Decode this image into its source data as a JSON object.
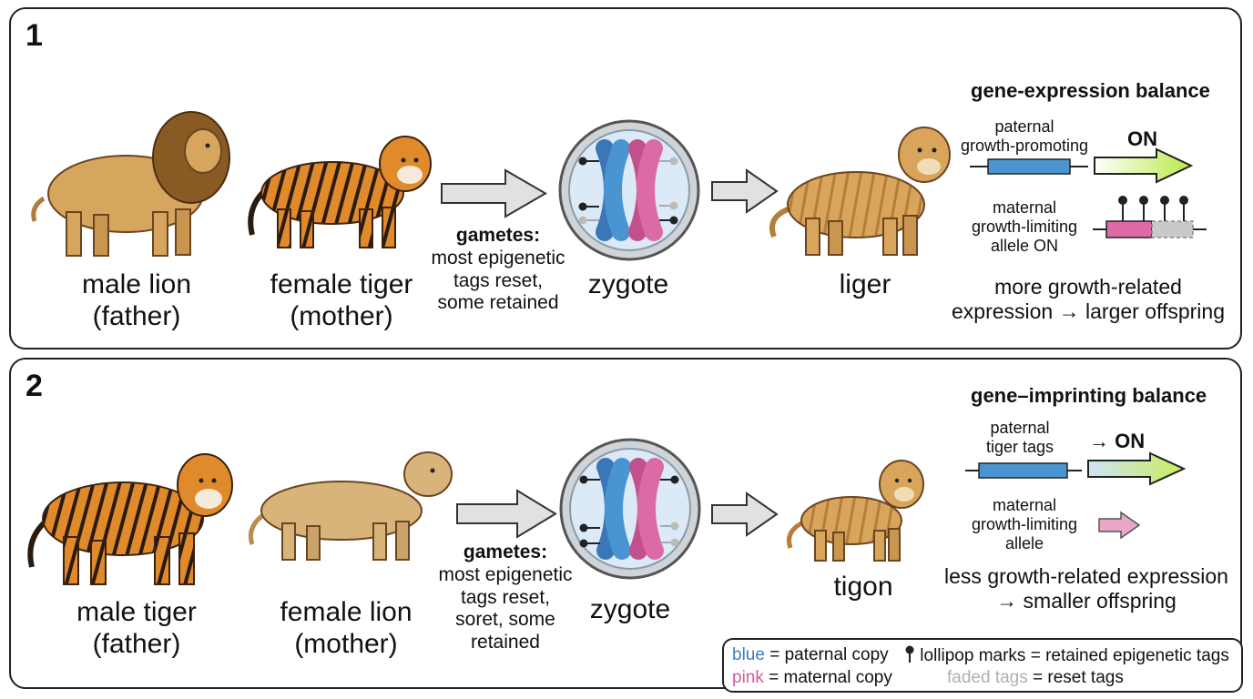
{
  "colors": {
    "paternal": "#4a94d2",
    "maternal": "#dc6aa6",
    "faded": "#b8b8b8",
    "on_arrow": "#c6f06a"
  },
  "panel1": {
    "number": "1",
    "parents": [
      {
        "label_line1": "male lion",
        "label_line2": "(father)"
      },
      {
        "label_line1": "female tiger",
        "label_line2": "(mother)"
      }
    ],
    "gametes_title": "gametes:",
    "gametes_text": [
      "most epigenetic",
      "tags reset,",
      "some retained"
    ],
    "zygote_label": "zygote",
    "offspring_label": "liger",
    "balance_title": "gene-expression balance",
    "paternal_label": [
      "paternal",
      "growth-promoting"
    ],
    "on_label": "ON",
    "maternal_label": [
      "maternal",
      "growth-limiting",
      "allele ON"
    ],
    "result_text": [
      "more growth-related",
      "expression → larger offspring"
    ]
  },
  "panel2": {
    "number": "2",
    "parents": [
      {
        "label_line1": "male tiger",
        "label_line2": "(father)"
      },
      {
        "label_line1": "female lion",
        "label_line2": "(mother)"
      }
    ],
    "gametes_title": "gametes:",
    "gametes_text": [
      "most epigenetic",
      "tags reset,",
      "soret, some",
      "retained"
    ],
    "zygote_label": "zygote",
    "offspring_label": "tigon",
    "balance_title": "gene–imprinting balance",
    "paternal_label": [
      "paternal",
      "tiger tags"
    ],
    "on_label": "→ ON",
    "maternal_label": [
      "maternal",
      "growth-limiting",
      "allele"
    ],
    "result_text": [
      "less growth-related expression",
      "→ smaller offspring"
    ]
  },
  "legend": {
    "blue_word": "blue",
    "blue_text": " = paternal copy",
    "pink_word": "pink",
    "pink_text": " = maternal copy",
    "lollipop_text": "lollipop marks = retained epigenetic tags",
    "faded_word": "faded tags",
    "faded_text": " = reset tags"
  }
}
